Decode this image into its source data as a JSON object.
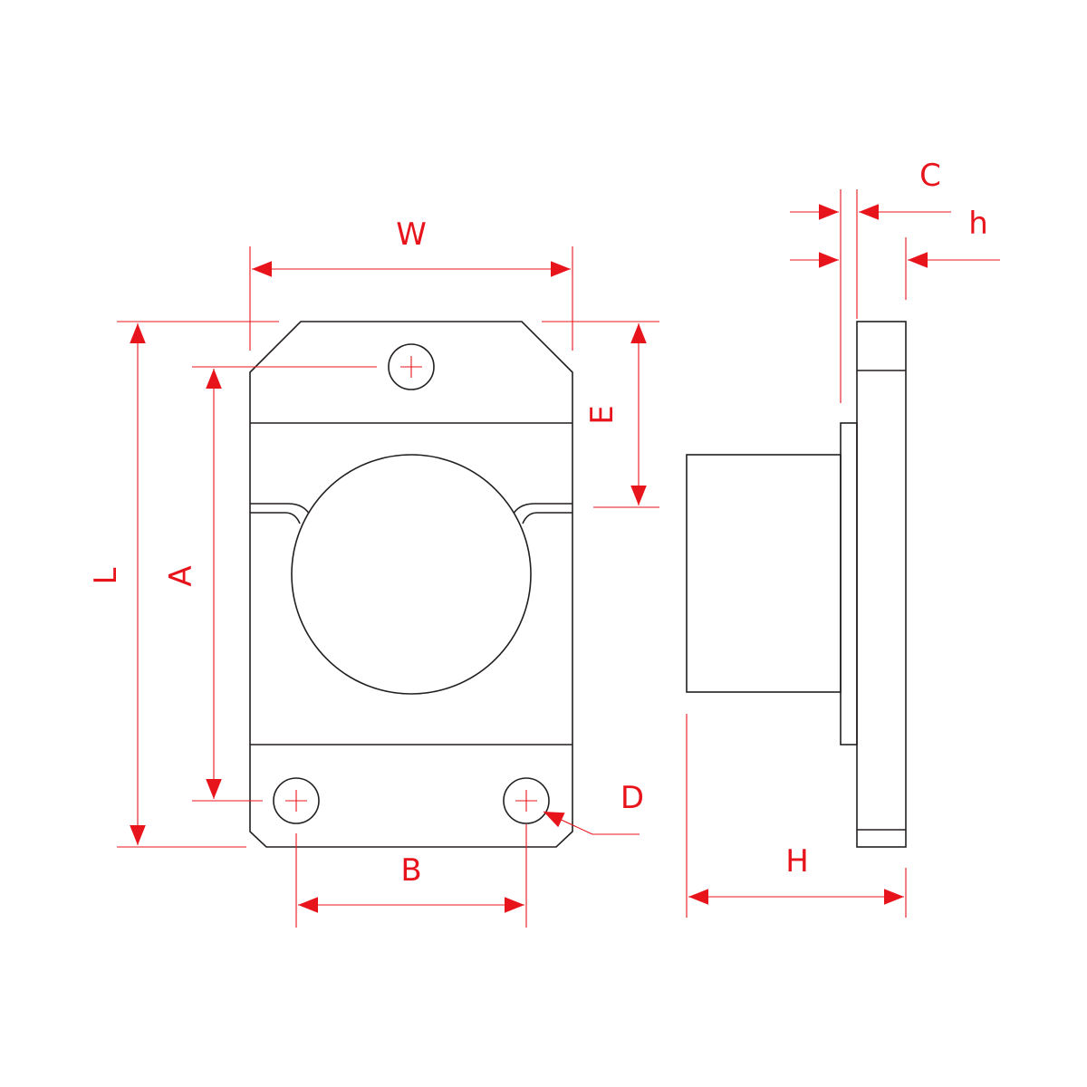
{
  "colors": {
    "outline": "#231f20",
    "dimension": "#e8141c",
    "background": "#ffffff"
  },
  "labels": {
    "W": "W",
    "L": "L",
    "A": "A",
    "E": "E",
    "B": "B",
    "D": "D",
    "C": "C",
    "h": "h",
    "H": "H"
  }
}
